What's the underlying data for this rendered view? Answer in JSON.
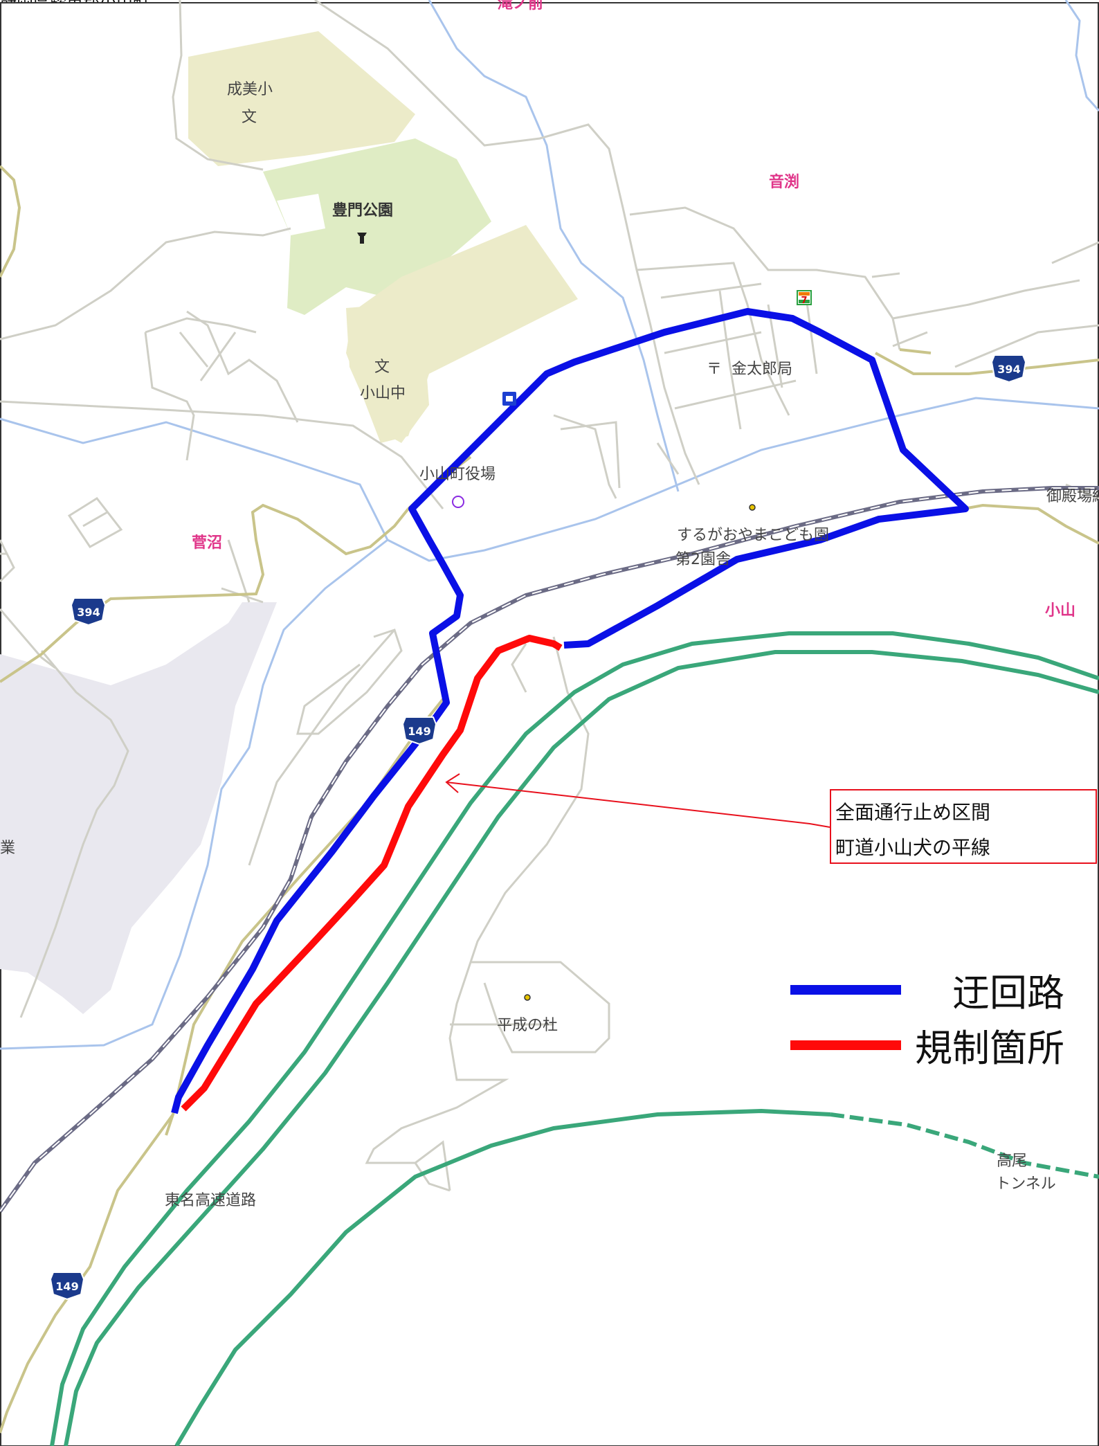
{
  "map": {
    "header_text": "静岡県駿東郡小山町",
    "districts": [
      "滝ノ前",
      "音渕",
      "菅沼",
      "小山"
    ],
    "places": [
      "成美小",
      "豊門公園",
      "小山中",
      "金太郎局",
      "小山町役場",
      "するがおやまこども園",
      "第2園舎",
      "平成の杜",
      "東名高速道路",
      "高尾",
      "トンネル",
      "御殿場線",
      "業"
    ],
    "route_shields": [
      "394",
      "394",
      "149",
      "149"
    ],
    "school_symbol": "文",
    "post_symbol": "〒",
    "colors": {
      "detour": "#0a10e6",
      "restriction": "#ff0a0a",
      "expressway": "#3aa77a",
      "national_road": "#c9c48a",
      "river": "#a9c4ec",
      "rail": "#6b6b85",
      "park": "#dfecc4",
      "school_area": "#ecebc9",
      "industrial": "#e9e8ef"
    }
  },
  "annotation": {
    "line1": "全面通行止め区間",
    "line2": "町道小山犬の平線"
  },
  "legend": {
    "detour_label": "迂回路",
    "restriction_label": "規制箇所"
  }
}
